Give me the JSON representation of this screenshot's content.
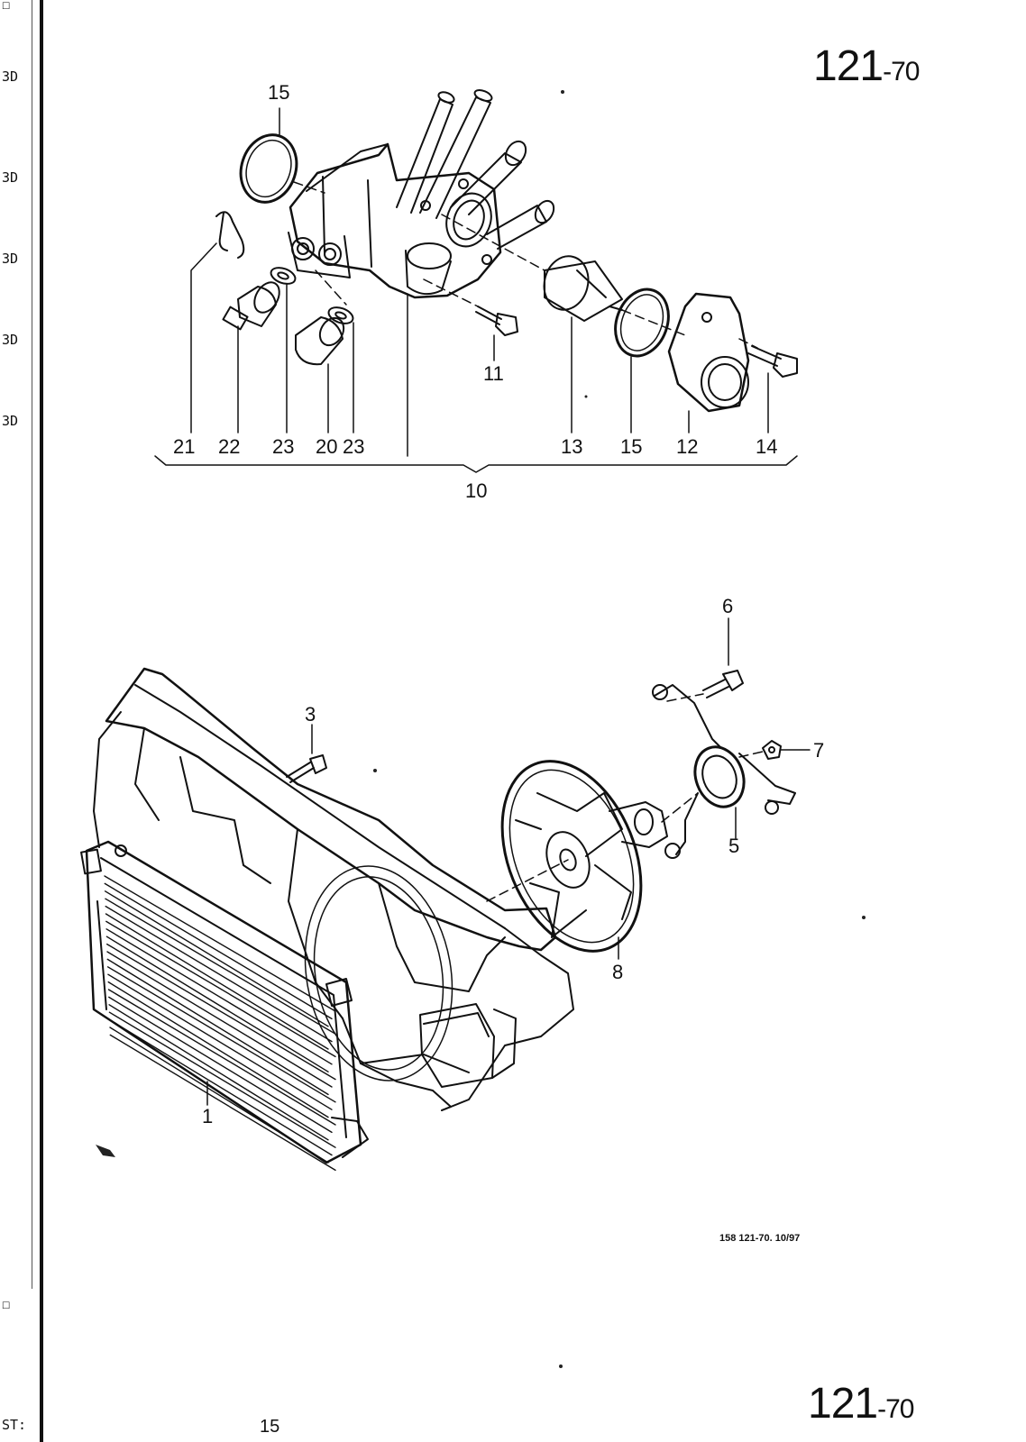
{
  "header": {
    "group_main": "121",
    "group_sub": "-70"
  },
  "footer_group": {
    "group_main": "121",
    "group_sub": "-70"
  },
  "footer_code": "158   121-70.  10/97",
  "left_margin_marks": [
    "☐",
    "3D",
    "3D",
    "3D",
    "3D",
    "3D",
    "☐",
    "ST:"
  ],
  "bottom_stray_text": "15",
  "upper_assembly": {
    "callouts": [
      "15",
      "21",
      "22",
      "23",
      "20",
      "23",
      "11",
      "13",
      "15",
      "12",
      "14"
    ],
    "bracket_label": "10"
  },
  "lower_assembly": {
    "callouts": [
      "6",
      "3",
      "7",
      "5",
      "8",
      "1"
    ]
  }
}
